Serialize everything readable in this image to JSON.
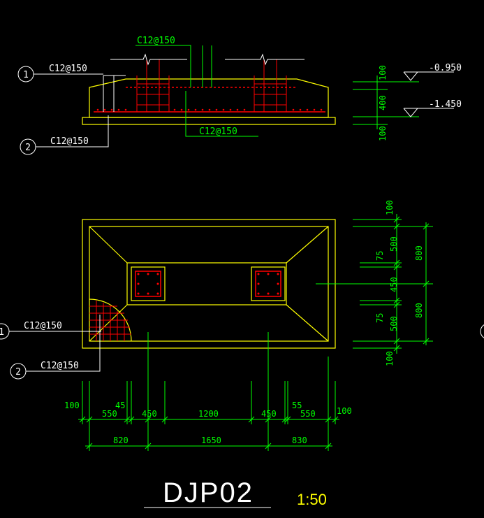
{
  "section": {
    "rebar_top": "C12@150",
    "rebar_bottom": "C12@150",
    "callout1_num": "1",
    "callout1_text": "C12@150",
    "callout2_num": "2",
    "callout2_text": "C12@150"
  },
  "elevations": {
    "top": "-0.950",
    "bottom": "-1.450",
    "dims": [
      "100",
      "400",
      "100"
    ]
  },
  "plan": {
    "callout1_num": "1",
    "callout1_text": "C12@150",
    "callout2_num": "2",
    "callout2_text": "C12@150",
    "right_inner_dims": [
      "100",
      "500",
      "75",
      "450",
      "75",
      "500",
      "100"
    ],
    "right_outer_dims": [
      "800",
      "800"
    ],
    "bottom_row1": [
      "100",
      "550",
      "45",
      "450",
      "1200",
      "450",
      "55",
      "550",
      "100"
    ],
    "bottom_row2": [
      "820",
      "1650",
      "830"
    ]
  },
  "title": {
    "name": "DJP02",
    "scale": "1:50"
  },
  "colors": {
    "outline": "#ffff00",
    "rebar": "#ff0000",
    "dimension": "#00ff00",
    "text": "#ffffff"
  }
}
